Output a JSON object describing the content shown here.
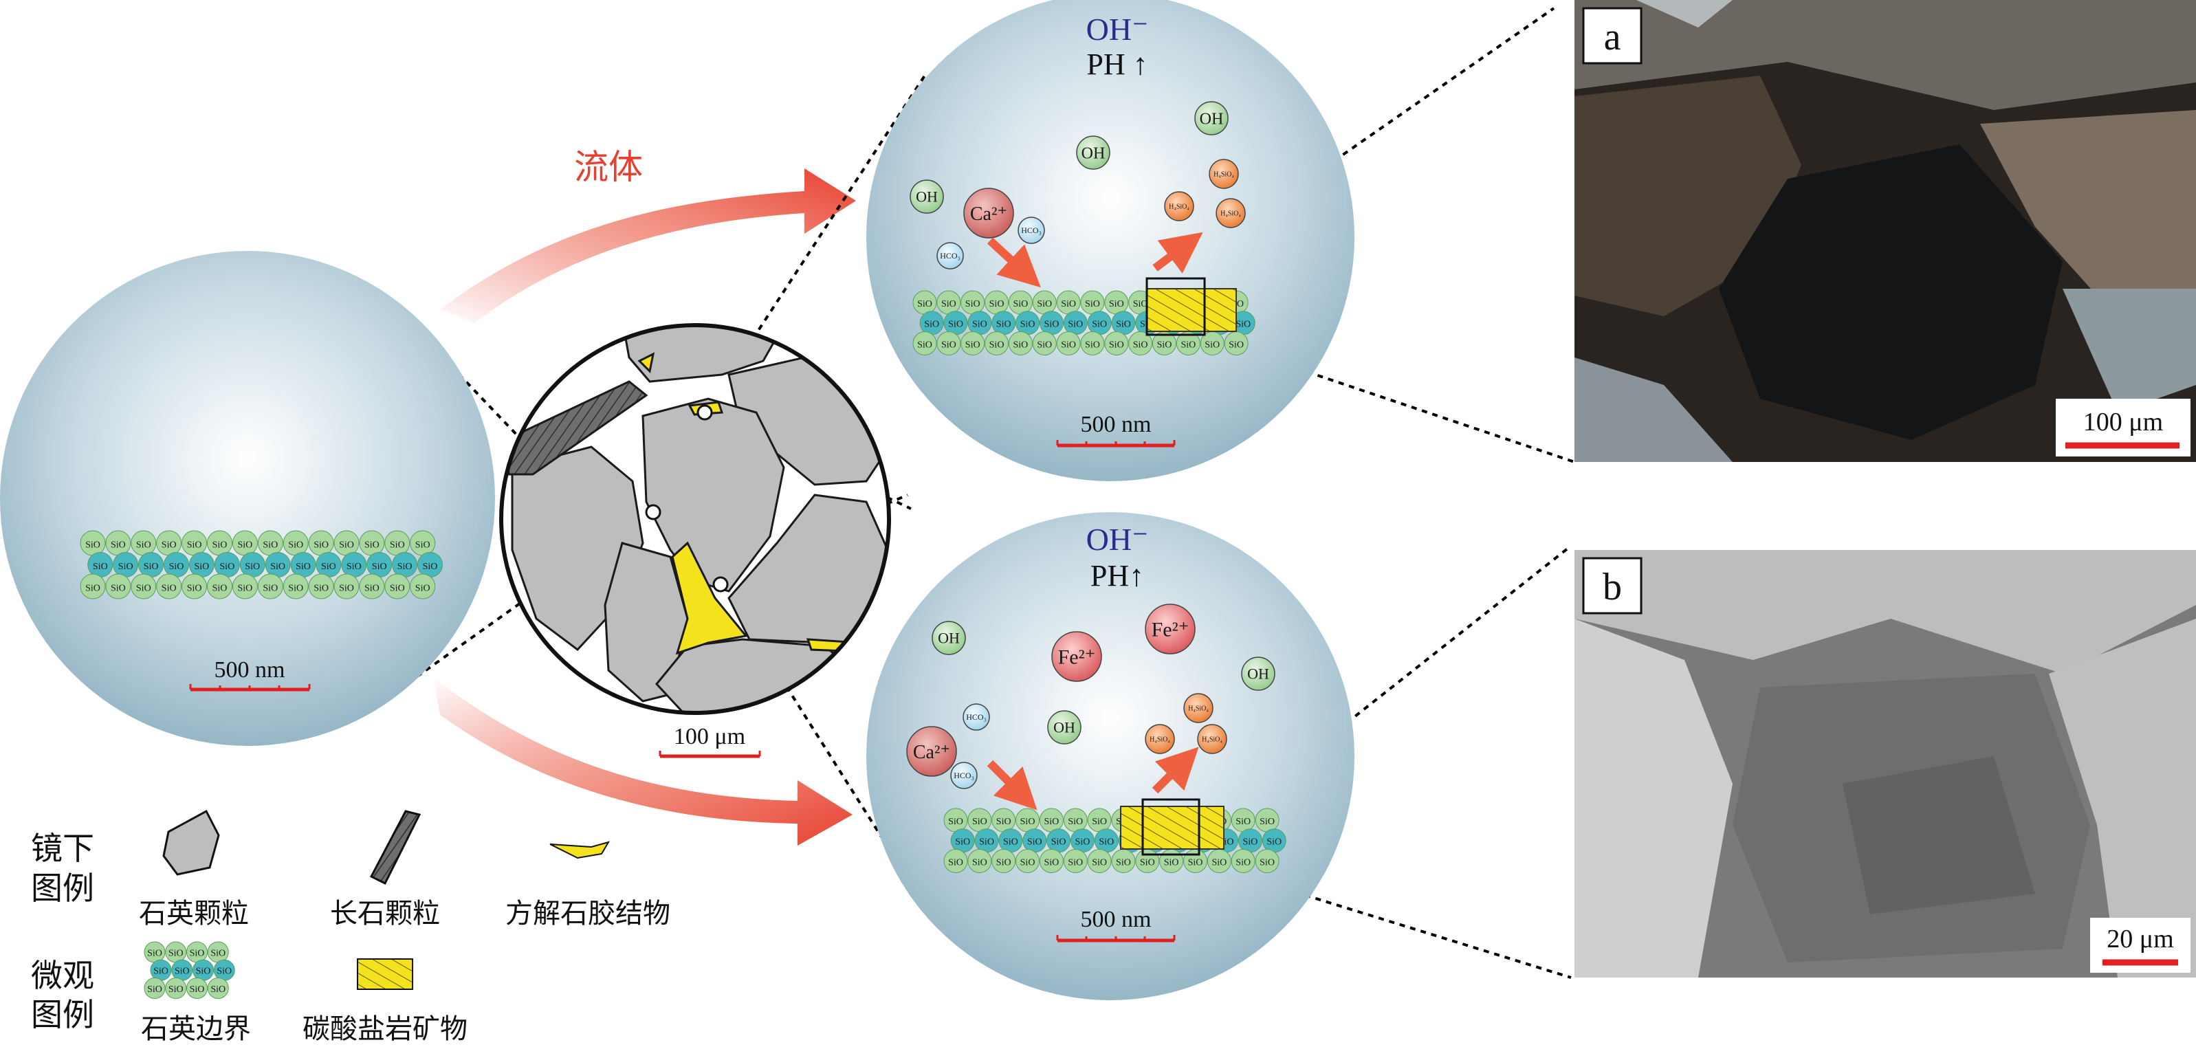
{
  "panels": {
    "macro": {
      "scale_label": "500 nm",
      "bead_label": "SiO"
    },
    "grain_view": {
      "scale_label": "100 μm"
    },
    "upper_micro": {
      "hydroxide_title": "OH⁻",
      "ph_label": "PH ↑",
      "scale_label": "500 nm",
      "ions": [
        "OH",
        "OH",
        "OH",
        "Ca²⁺",
        "HCO₃",
        "HCO₃",
        "H₄SiO₄",
        "H₄SiO₄",
        "H₄SiO₄"
      ]
    },
    "lower_micro": {
      "hydroxide_title": "OH⁻",
      "ph_label": "PH↑",
      "scale_label": "500 nm",
      "ions": [
        "OH",
        "OH",
        "OH",
        "Fe²⁺",
        "Fe²⁺",
        "Ca²⁺",
        "HCO₃",
        "HCO₃",
        "H₄SiO₄",
        "H₄SiO₄",
        "H₄SiO₄"
      ]
    },
    "photo_a": {
      "tag": "a",
      "scale_label": "100 μm"
    },
    "photo_b": {
      "tag": "b",
      "scale_label": "20 μm"
    }
  },
  "fluid_label": "流体",
  "legend": {
    "microscope_title": [
      "镜下",
      "图例"
    ],
    "micro_title": [
      "微观",
      "图例"
    ],
    "items": {
      "quartz_grain": "石英颗粒",
      "feldspar_grain": "长石颗粒",
      "calcite_cement": "方解石胶结物",
      "quartz_boundary": "石英边界",
      "carbonate_mineral": "碳酸盐岩矿物"
    }
  },
  "colors": {
    "fluid_arrow": "#e8402f",
    "silica_green": "#a8d8a0",
    "silica_teal": "#48b8c0",
    "carbonate_yellow": "#f4e21c",
    "grain_grey": "#bfbfbf",
    "scale_red": "#e02020",
    "sphere_blue": "#9bbccc"
  }
}
